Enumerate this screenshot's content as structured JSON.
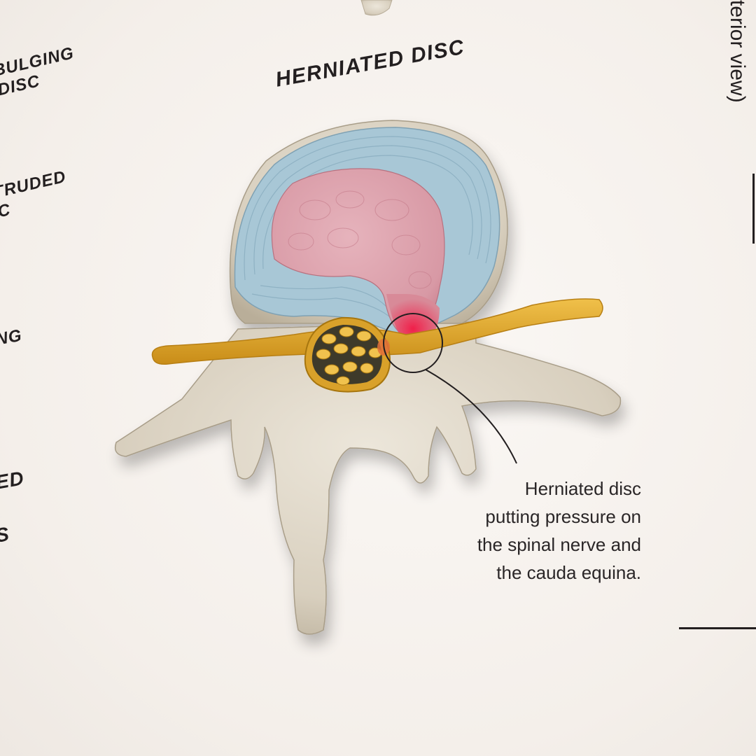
{
  "title": "HERNIATED DISC",
  "view_label": "terior view)",
  "side_labels": {
    "bulging": "BULGING\nDISC",
    "extruded": "TRUDED\nC",
    "ing": "NG",
    "ed": "ED",
    "s": "S"
  },
  "callout": "Herniated disc\nputting pressure on\nthe spinal nerve and\nthe cauda equina.",
  "colors": {
    "annulus": "#a8c7d6",
    "nucleus": "#d99aa5",
    "herniation": "#e23a5c",
    "nerve": "#d9a12a",
    "bone": "#ded6c6",
    "ink": "#231f20"
  }
}
